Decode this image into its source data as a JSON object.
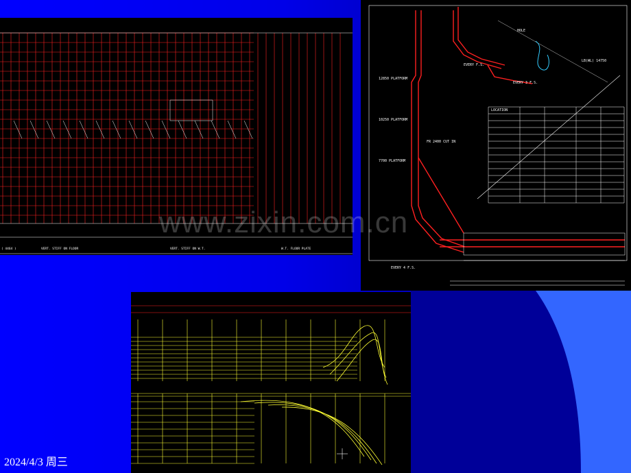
{
  "slide": {
    "footer_date": "2024/4/3 周三",
    "watermark": "www.zixin.com.cn",
    "colors": {
      "background_left": "#0000ff",
      "background_right": "#000080",
      "cad_red": "#ff2020",
      "cad_white": "#ffffff",
      "cad_yellow": "#ffff33",
      "deco_light": "#3366ff",
      "deco_dark": "#000099"
    }
  },
  "deck_drawing": {
    "bottom_labels": [
      "( 4464 )",
      "VERT. STIFF ON FLOOR",
      "VERT. STIFF ON W.T.",
      "W.T. FLOOR PLATE"
    ]
  },
  "section_drawing": {
    "labels": {
      "platform_1": "12850 PLATFORM",
      "platform_2": "10250 PLATFORM",
      "platform_3": "7700 PLATFORM",
      "fr_note": "FR 2400 CUT IN",
      "every_1": "EVERY F.S.",
      "every_2": "EVERY 3 F.S.",
      "every_3": "EVERY 4 F.S.",
      "lb_note": "LB(WL) 14750",
      "hole": "HOLE",
      "location": "LOCATION"
    },
    "table_rows": 14
  },
  "lines_drawing": {}
}
